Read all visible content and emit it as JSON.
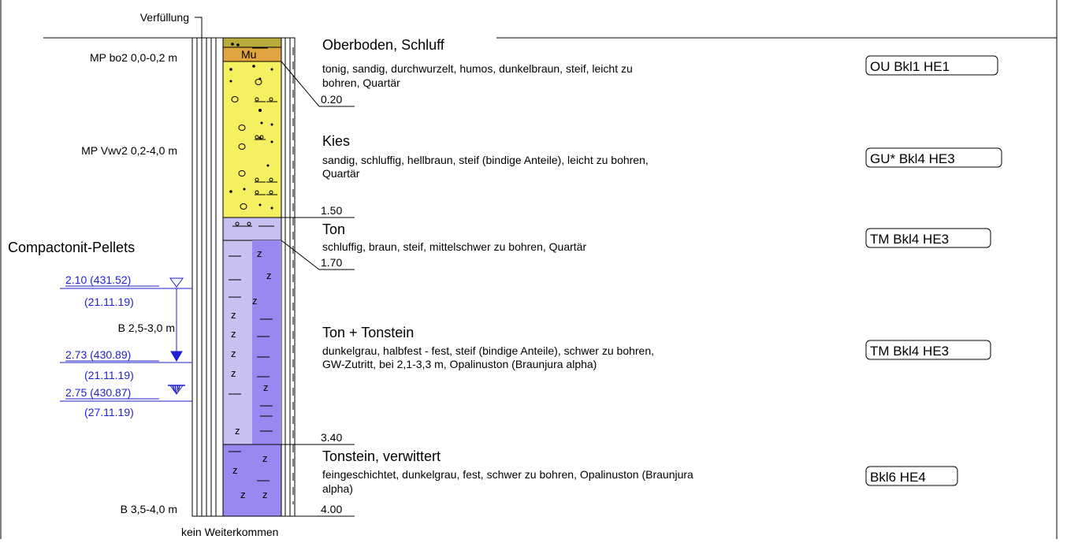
{
  "header": {
    "fill_label": "Verfüllung",
    "bottom_label": "kein Weiterkommen",
    "backfill_material": "Compactonit-Pellets"
  },
  "samples": [
    {
      "label": "MP bo2 0,0-0,2 m"
    },
    {
      "label": "MP Vwv2 0,2-4,0 m"
    },
    {
      "label": "B 2,5-3,0 m"
    },
    {
      "label": "B 3,5-4,0 m"
    }
  ],
  "water_levels": [
    {
      "label": "2.10 (431.52)",
      "date": "(21.11.19)",
      "symbol": "open-triangle"
    },
    {
      "label": "2.73 (430.89)",
      "date": "(21.11.19)",
      "symbol": "arrow-down"
    },
    {
      "label": "2.75 (430.87)",
      "date": "(27.11.19)",
      "symbol": "hatched-triangle"
    }
  ],
  "layers": [
    {
      "title": "Oberboden, Schluff",
      "description_lines": [
        "tonig, sandig, durchwurzelt, humos, dunkelbraun, steif, leicht zu",
        "bohren, Quartär"
      ],
      "classification": "OU Bkl1 HE1",
      "bottom_depth": "0.20",
      "symbol_label": "Mu",
      "color": "#c8a83c"
    },
    {
      "title": "Kies",
      "description_lines": [
        "sandig, schluffig, hellbraun, steif (bindige Anteile), leicht zu bohren,",
        "Quartär"
      ],
      "classification": "GU* Bkl4 HE3",
      "bottom_depth": "1.50",
      "color": "#f4f060"
    },
    {
      "title": "Ton",
      "description_lines": [
        "schluffig, braun, steif, mittelschwer zu bohren, Quartär"
      ],
      "classification": "TM Bkl4 HE3",
      "bottom_depth": "1.70",
      "color": "#c8c0f0"
    },
    {
      "title": "Ton + Tonstein",
      "description_lines": [
        "dunkelgrau, halbfest - fest, steif (bindige Anteile), schwer zu bohren,",
        "GW-Zutritt, bei 2,1-3,3 m, Opalinuston (Braunjura alpha)"
      ],
      "classification": "TM Bkl4 HE3",
      "bottom_depth": "3.40",
      "color_light": "#c8c0f0",
      "color_dark": "#9a88f0"
    },
    {
      "title": "Tonstein, verwittert",
      "description_lines": [
        "feingeschichtet, dunkelgrau, fest, schwer zu bohren, Opalinuston (Braunjura",
        "alpha)"
      ],
      "classification": "Bkl6 HE4",
      "bottom_depth": "4.00",
      "color": "#9a88f0"
    }
  ],
  "colors": {
    "water_blue": "#1f1fd0",
    "line": "#000000"
  }
}
